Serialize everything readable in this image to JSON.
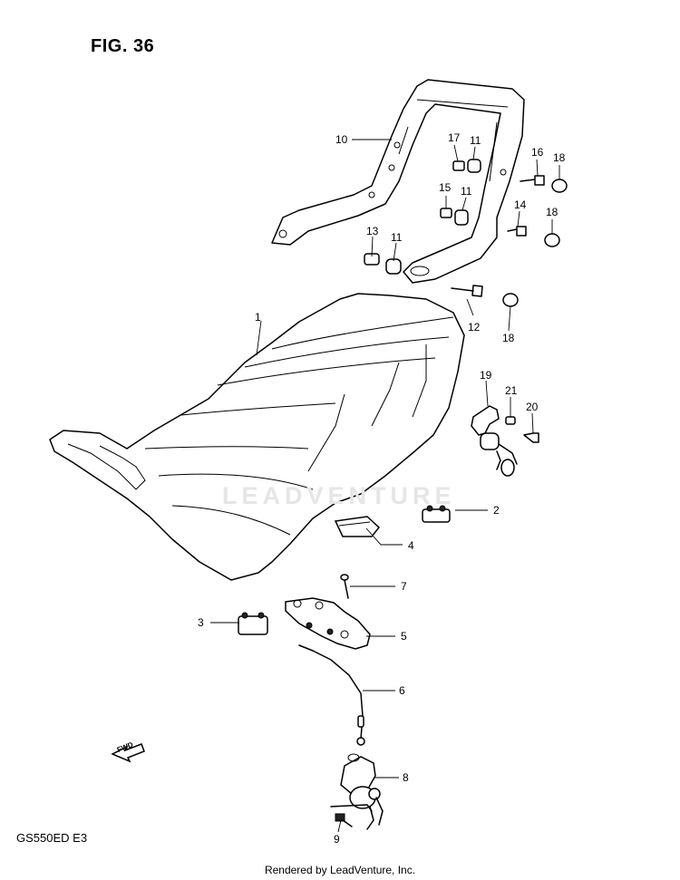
{
  "figure": {
    "title": "FIG. 36",
    "model_code": "GS550ED  E3",
    "credit": "Rendered by LeadVenture, Inc.",
    "watermark": "LEADVENTURE",
    "arrow_label": "FWD"
  },
  "callouts": [
    {
      "id": "c1",
      "label": "1"
    },
    {
      "id": "c2",
      "label": "2"
    },
    {
      "id": "c3",
      "label": "3"
    },
    {
      "id": "c4",
      "label": "4"
    },
    {
      "id": "c5",
      "label": "5"
    },
    {
      "id": "c6",
      "label": "6"
    },
    {
      "id": "c7",
      "label": "7"
    },
    {
      "id": "c8",
      "label": "8"
    },
    {
      "id": "c9",
      "label": "9"
    },
    {
      "id": "c10",
      "label": "10"
    },
    {
      "id": "c11a",
      "label": "11"
    },
    {
      "id": "c11b",
      "label": "11"
    },
    {
      "id": "c11c",
      "label": "11"
    },
    {
      "id": "c12",
      "label": "12"
    },
    {
      "id": "c13",
      "label": "13"
    },
    {
      "id": "c14",
      "label": "14"
    },
    {
      "id": "c15",
      "label": "15"
    },
    {
      "id": "c16",
      "label": "16"
    },
    {
      "id": "c17",
      "label": "17"
    },
    {
      "id": "c18a",
      "label": "18"
    },
    {
      "id": "c18b",
      "label": "18"
    },
    {
      "id": "c18c",
      "label": "18"
    },
    {
      "id": "c19",
      "label": "19"
    },
    {
      "id": "c20",
      "label": "20"
    },
    {
      "id": "c21",
      "label": "21"
    }
  ]
}
